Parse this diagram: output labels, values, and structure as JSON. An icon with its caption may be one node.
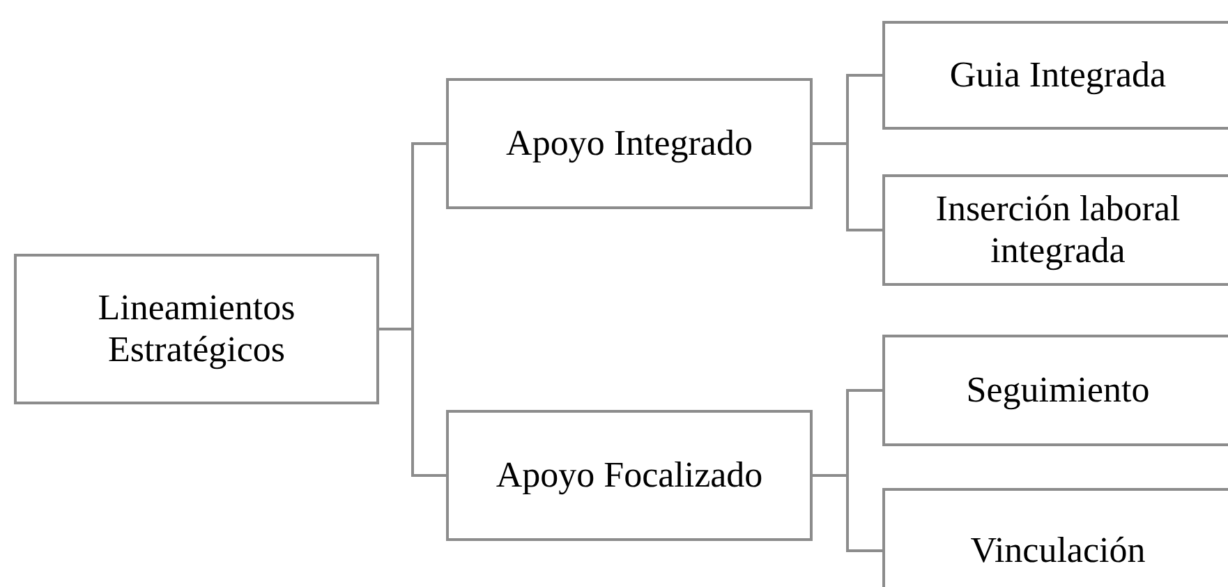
{
  "diagram": {
    "nodes": [
      {
        "text": [
          "Lineamientos Estratégicos"
        ]
      },
      {
        "text": [
          "Apoyo Integrado"
        ]
      },
      {
        "text": [
          "Apoyo Focalizado"
        ]
      },
      {
        "text": [
          "Guia Integrada"
        ]
      },
      {
        "text": [
          "Inserción laboral integrada"
        ]
      },
      {
        "text": [
          "Seguimiento"
        ]
      },
      {
        "text": [
          "Vinculación"
        ]
      }
    ],
    "edges": [
      {
        "from": 0,
        "to": 1,
        "arrow": "none"
      },
      {
        "from": 0,
        "to": 2,
        "arrow": "none"
      },
      {
        "from": 1,
        "to": 3,
        "arrow": "none"
      },
      {
        "from": 1,
        "to": 4,
        "arrow": "none"
      },
      {
        "from": 2,
        "to": 5,
        "arrow": "none"
      },
      {
        "from": 2,
        "to": 6,
        "arrow": "none"
      }
    ]
  }
}
